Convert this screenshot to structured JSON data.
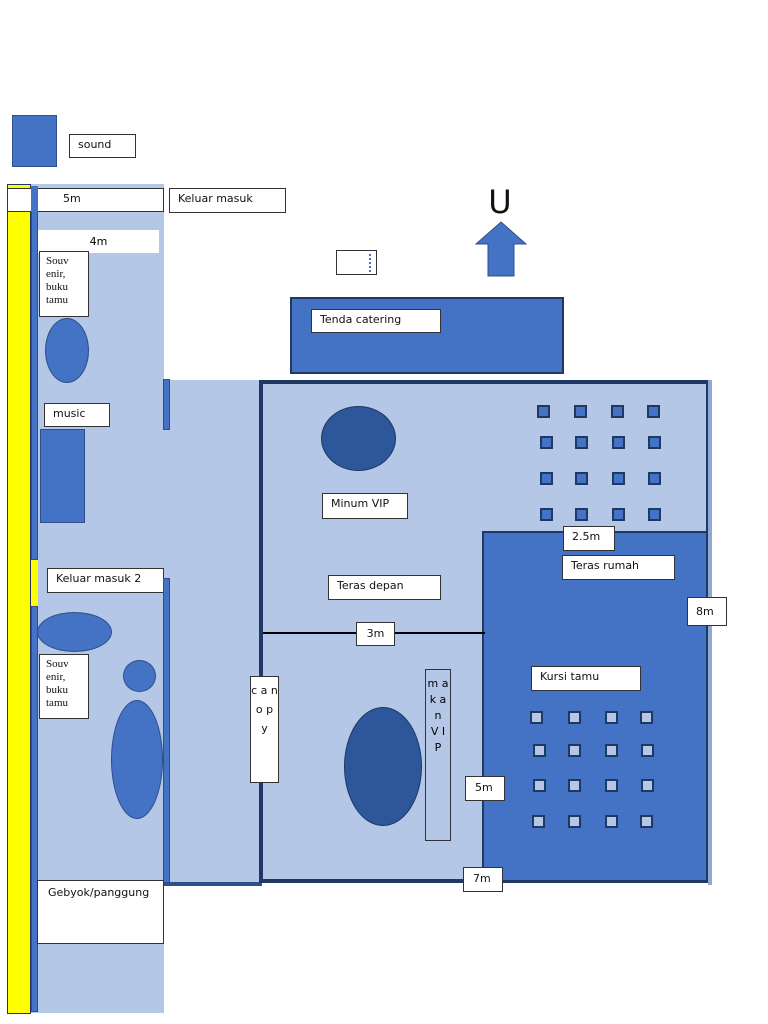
{
  "labels": {
    "sound": "sound",
    "five_m_top": "5m",
    "keluar_masuk": "Keluar masuk",
    "four_m": "4m",
    "souvenir_1": "Souv enir, buku tamu",
    "music": "music",
    "keluar_masuk_2": "Keluar masuk 2",
    "souvenir_2": "Souv enir, buku tamu",
    "gebyok": "Gebyok/panggung",
    "north": "U",
    "tenda_catering": "Tenda catering",
    "minum_vip": "Minum VIP",
    "teras_depan": "Teras depan",
    "three_m": "3m",
    "canopy": "c a n o p y",
    "makan_vip": "m a k a n   V I P",
    "five_m": "5m",
    "seven_m": "7m",
    "two_five_m": "2.5m",
    "teras_rumah": "Teras rumah",
    "eight_m": "8m",
    "kursi_tamu": "Kursi tamu"
  },
  "colors": {
    "light_area": "#b4c7e7",
    "blue": "#4472c4",
    "dark_blue": "#2e569b",
    "outline": "#1f3864",
    "yellow": "#ffff00"
  },
  "seating": {
    "front_rows": 4,
    "front_cols": 4,
    "guest_rows": 4,
    "guest_cols": 4
  }
}
